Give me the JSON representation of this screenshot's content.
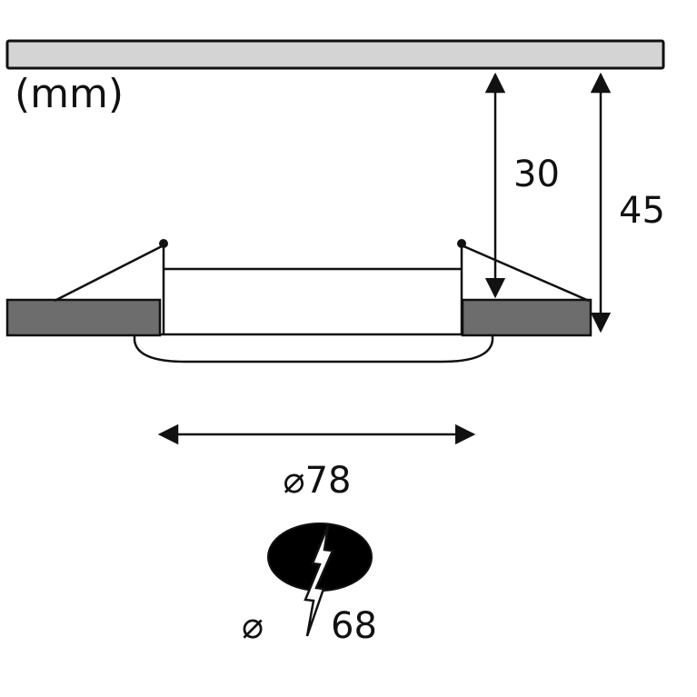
{
  "diagram": {
    "unit_label": "(mm)",
    "dimensions": {
      "recess_depth": "30",
      "total_height": "45",
      "outer_diameter": "⌀78",
      "cutout_symbol": "⌀",
      "cutout_value": "68"
    },
    "colors": {
      "line": "#111111",
      "ceiling_fill": "#d4d4d4",
      "flange_fill": "#6d6d6d",
      "cutout_fill": "#000000",
      "background": "#ffffff"
    }
  }
}
